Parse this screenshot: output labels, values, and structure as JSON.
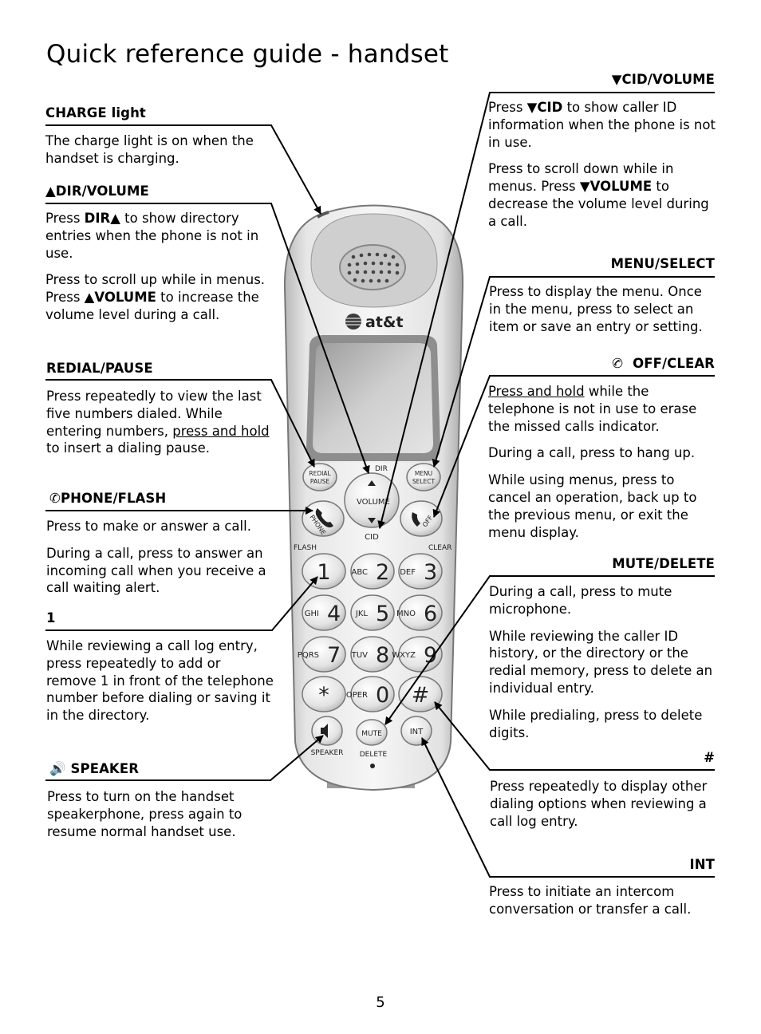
{
  "page": {
    "title": "Quick reference guide - handset",
    "page_number": "5"
  },
  "left": {
    "charge": {
      "heading": "CHARGE light",
      "p1": "The charge light is on when the handset is charging."
    },
    "dir_volume": {
      "heading": "DIR/VOLUME",
      "p1_a": "Press ",
      "p1_b": "DIR",
      "p1_c": " to show directory entries when the phone is not in use.",
      "p2_a": "Press to scroll up while in menus. Press ",
      "p2_b": "VOLUME",
      "p2_c": " to increase the volume level during a call."
    },
    "redial": {
      "heading": "REDIAL/PAUSE",
      "p1_a": "Press repeatedly to view the last five numbers dialed. While entering numbers, ",
      "p1_b": "press and hold",
      "p1_c": " to insert a dialing pause."
    },
    "phone_flash": {
      "heading": "PHONE/FLASH",
      "p1": "Press to make or answer a call.",
      "p2": "During a call, press to answer an incoming call when you receive a call waiting alert."
    },
    "one": {
      "heading": "1",
      "p1": "While reviewing a call log entry, press repeatedly to add or remove 1 in front of the telephone number before dialing or saving it in the directory."
    },
    "speaker": {
      "heading": "SPEAKER",
      "p1": "Press to turn on the handset speakerphone, press again to resume normal handset use."
    }
  },
  "right": {
    "cid_volume": {
      "heading": "CID/VOLUME",
      "p1_a": "Press ",
      "p1_b": "CID",
      "p1_c": " to show caller ID information when the phone is not in use.",
      "p2_a": "Press to scroll down while in menus. Press ",
      "p2_b": "VOLUME",
      "p2_c": " to decrease the volume level during a call."
    },
    "menu_select": {
      "heading": "MENU/SELECT",
      "p1": "Press to display the menu. Once in the menu, press to select an item or save an entry or setting."
    },
    "off_clear": {
      "heading": "OFF/CLEAR",
      "p1_a": "Press and hold",
      "p1_b": " while the telephone is not in use to erase the missed calls indicator.",
      "p2": "During a call, press to hang up.",
      "p3": "While using menus, press to cancel an operation, back up to the previous menu, or exit the menu display."
    },
    "mute_delete": {
      "heading": "MUTE/DELETE",
      "p1": "During a call, press to mute microphone.",
      "p2": "While reviewing the caller ID history, or the directory or the redial memory, press to delete an individual entry.",
      "p3": "While predialing, press to delete digits."
    },
    "hash": {
      "heading": "#",
      "p1": "Press repeatedly to display other dialing options when reviewing a call log entry."
    },
    "int": {
      "heading": "INT",
      "p1": "Press to initiate an intercom conversation or transfer a call."
    }
  },
  "handset": {
    "brand": "at&t",
    "redial_key": [
      "REDIAL",
      "PAUSE"
    ],
    "menu_key": [
      "MENU",
      "SELECT"
    ],
    "dir_label": "DIR",
    "volume_label": "VOLUME",
    "cid_label": "CID",
    "phone_key": "PHONE",
    "off_key": "OFF",
    "flash_label": "FLASH",
    "clear_label": "CLEAR",
    "keys": [
      {
        "digit": "1",
        "letters": ""
      },
      {
        "digit": "2",
        "letters": "ABC"
      },
      {
        "digit": "3",
        "letters": "DEF"
      },
      {
        "digit": "4",
        "letters": "GHI"
      },
      {
        "digit": "5",
        "letters": "JKL"
      },
      {
        "digit": "6",
        "letters": "MNO"
      },
      {
        "digit": "7",
        "letters": "PQRS"
      },
      {
        "digit": "8",
        "letters": "TUV"
      },
      {
        "digit": "9",
        "letters": "WXYZ"
      },
      {
        "digit": "*",
        "letters": ""
      },
      {
        "digit": "0",
        "letters": "OPER"
      },
      {
        "digit": "#",
        "letters": ""
      }
    ],
    "speaker_label": "SPEAKER",
    "mute_key": "MUTE",
    "delete_label": "DELETE",
    "int_key": "INT"
  }
}
